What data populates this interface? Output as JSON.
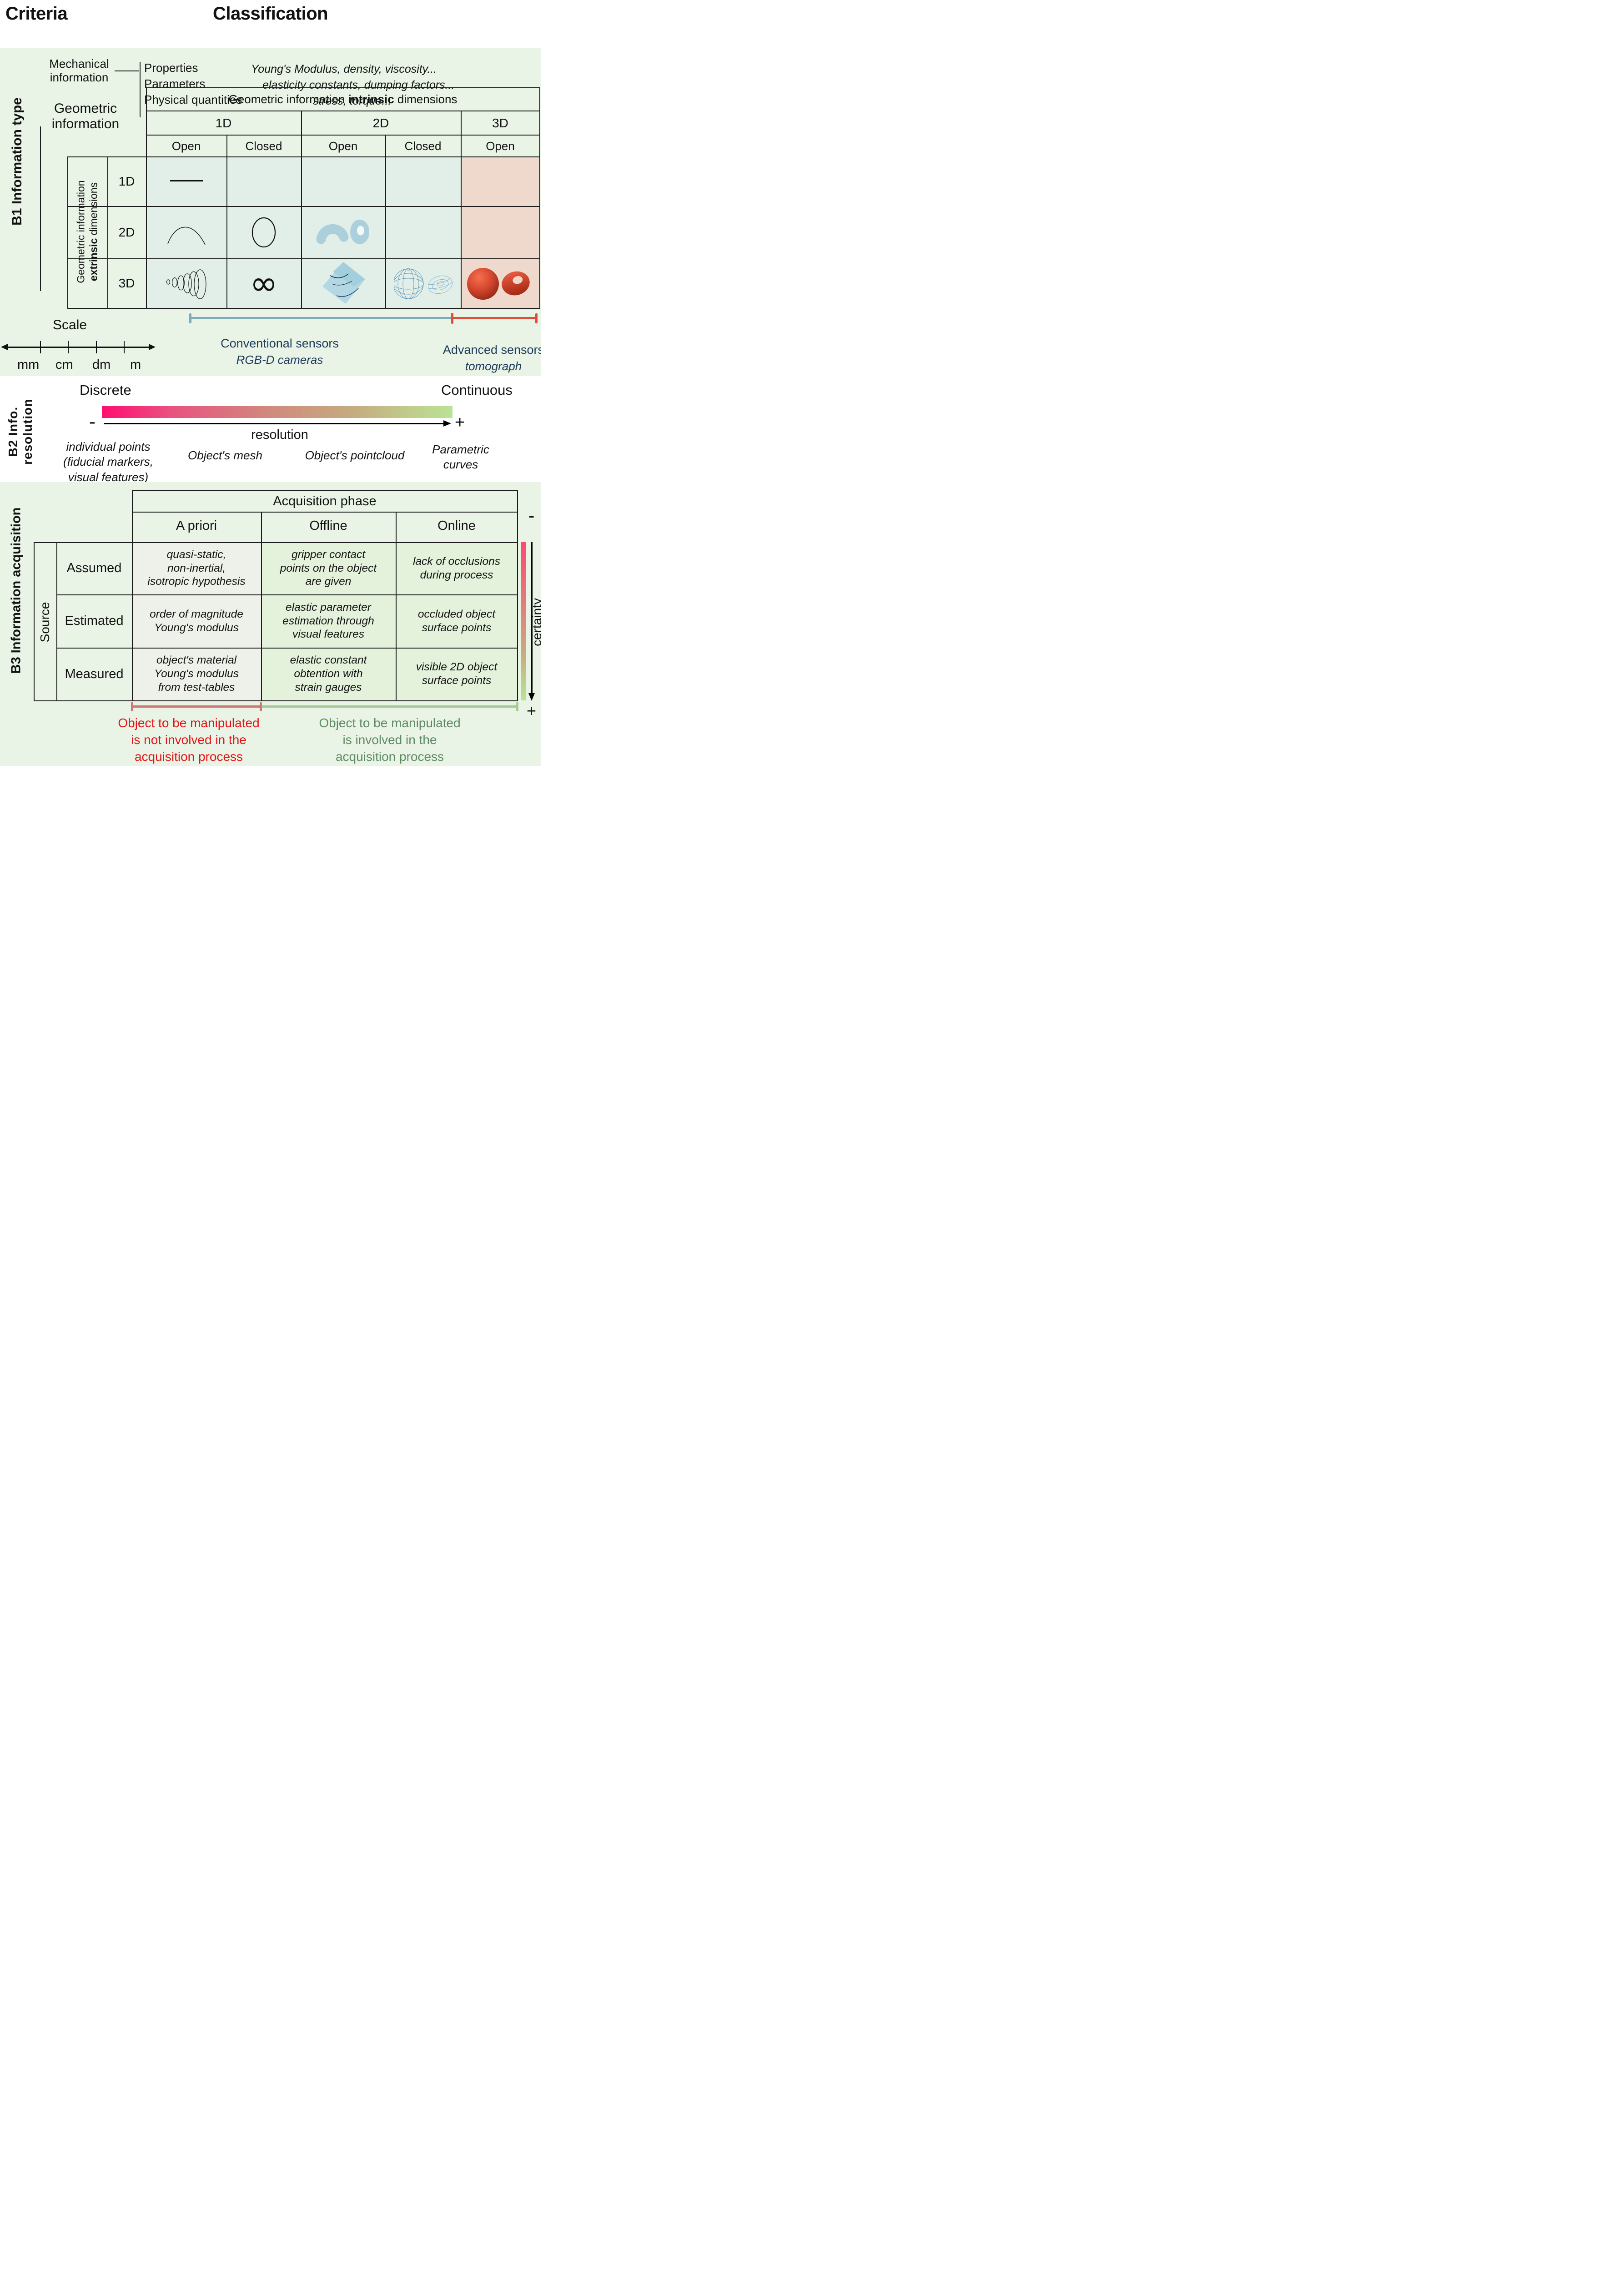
{
  "top": {
    "criteria": "Criteria",
    "classification": "Classification"
  },
  "b1": {
    "section_label": "B1  Information type",
    "mechanical": {
      "title": "Mechanical\ninformation",
      "rows": [
        {
          "name": "Properties",
          "example": "Young's Modulus, density, viscosity..."
        },
        {
          "name": "Parameters",
          "example": "elasticity constants, dumping factors..."
        },
        {
          "name": "Physical quantities",
          "example": "stress, torque..."
        }
      ]
    },
    "geometric_title": "Geometric\ninformation",
    "table": {
      "intrinsic_header": {
        "pre": "Geometric  information ",
        "bold": "intrinsic",
        "post": " dimensions"
      },
      "dim_cols": [
        "1D",
        "2D",
        "3D"
      ],
      "sub_cols": [
        "Open",
        "Closed",
        "Open",
        "Closed",
        "Open"
      ],
      "extrinsic_label": {
        "line1": "Geometric information",
        "bold": "extrinsic",
        "post": " dimensions"
      },
      "row_labels": [
        "1D",
        "2D",
        "3D"
      ]
    },
    "scale": {
      "title": "Scale",
      "units": [
        "mm",
        "cm",
        "dm",
        "m"
      ]
    },
    "sensors": {
      "conventional": {
        "title": "Conventional sensors",
        "example": "RGB-D cameras"
      },
      "advanced": {
        "title": "Advanced sensors",
        "example": "tomograph"
      }
    }
  },
  "b2": {
    "section_label": "B2  Info.\nresolution",
    "left_end": "Discrete",
    "right_end": "Continuous",
    "minus": "-",
    "plus": "+",
    "axis_label": "resolution",
    "items": [
      "individual points\n(fiducial markers,\nvisual features)",
      "Object's mesh",
      "Object's pointcloud",
      "Parametric\ncurves"
    ]
  },
  "b3": {
    "section_label": "B3  Information acquisition",
    "table": {
      "phase_header": "Acquisition phase",
      "columns": [
        "A priori",
        "Offline",
        "Online"
      ],
      "source_label": "Source",
      "rows": [
        {
          "label": "Assumed",
          "cells": [
            "quasi-static,\nnon-inertial,\nisotropic hypothesis",
            "gripper contact\npoints on the object\nare given",
            "lack of occlusions\nduring process"
          ]
        },
        {
          "label": "Estimated",
          "cells": [
            "order of magnitude\nYoung's modulus",
            "elastic parameter\nestimation through\nvisual features",
            "occluded object\nsurface points"
          ]
        },
        {
          "label": "Measured",
          "cells": [
            "object's material\nYoung's modulus\nfrom test-tables",
            "elastic constant\nobtention with\nstrain gauges",
            "visible 2D object\nsurface points"
          ]
        }
      ]
    },
    "certainty": {
      "label": "certainty",
      "minus": "-",
      "plus": "+"
    },
    "not_involved": "Object to be manipulated\nis not involved in the\nacquisition process",
    "involved": "Object to be manipulated\nis involved in the\nacquisition process"
  },
  "colors": {
    "section_bg": "#e9f4e6",
    "grid_body_bg": "#e2eee8",
    "pink_col_bg": "#eed9cc",
    "apriori_bg": "#eef1e9",
    "online_bg": "#e4f2db",
    "navy": "#1d3a5a",
    "blue_bracket": "#7ea9be",
    "red_bracket": "#dc4f39",
    "salmon_bracket": "#cc7a70",
    "green_bracket": "#a3cb93",
    "red_text": "#e11417",
    "green_text": "#5f8a63"
  }
}
